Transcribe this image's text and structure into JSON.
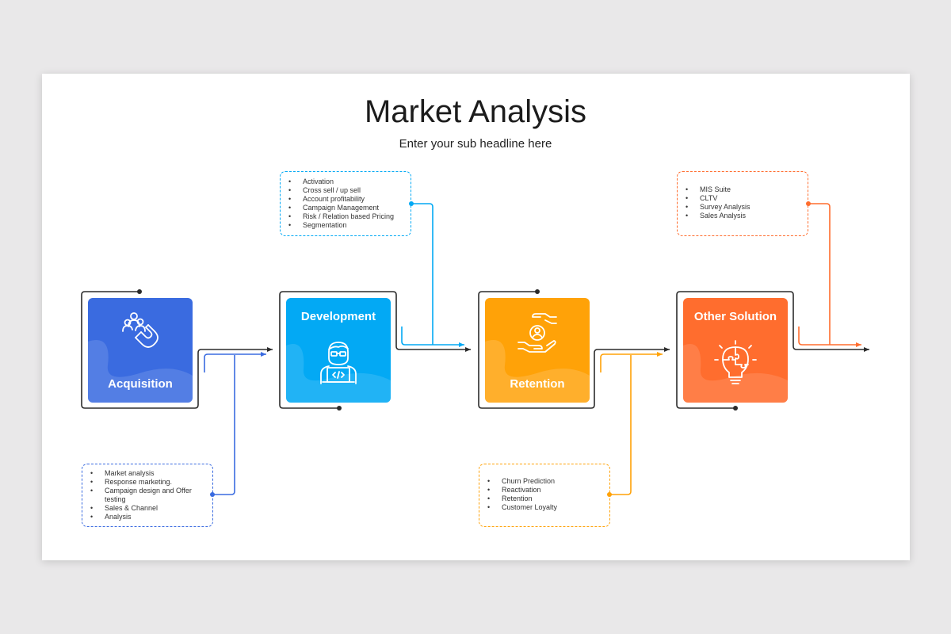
{
  "title": "Market Analysis",
  "subtitle": "Enter your sub headline here",
  "colors": {
    "acquisition": "#3a6be0",
    "development": "#03a9f4",
    "retention": "#ffa208",
    "other": "#ff6d2e",
    "connector": "#2b2b2b"
  },
  "stages": [
    {
      "label": "Acquisition",
      "icon": "magnet-people-icon"
    },
    {
      "label": "Development",
      "icon": "developer-laptop-icon"
    },
    {
      "label": "Retention",
      "icon": "hands-person-icon"
    },
    {
      "label": "Other Solution",
      "icon": "lightbulb-puzzle-icon"
    }
  ],
  "notes": {
    "acquisition": [
      "Market analysis",
      "Response marketing.",
      "Campaign design and Offer testing",
      "Sales & Channel",
      "Analysis"
    ],
    "development": [
      "Activation",
      "Cross sell / up sell",
      "Account profitability",
      "Campaign Management",
      "Risk / Relation based Pricing",
      "Segmentation"
    ],
    "retention": [
      "Churn Prediction",
      "Reactivation",
      "Retention",
      "Customer Loyalty"
    ],
    "other": [
      "MIS Suite",
      "CLTV",
      "Survey Analysis",
      "Sales Analysis"
    ]
  }
}
